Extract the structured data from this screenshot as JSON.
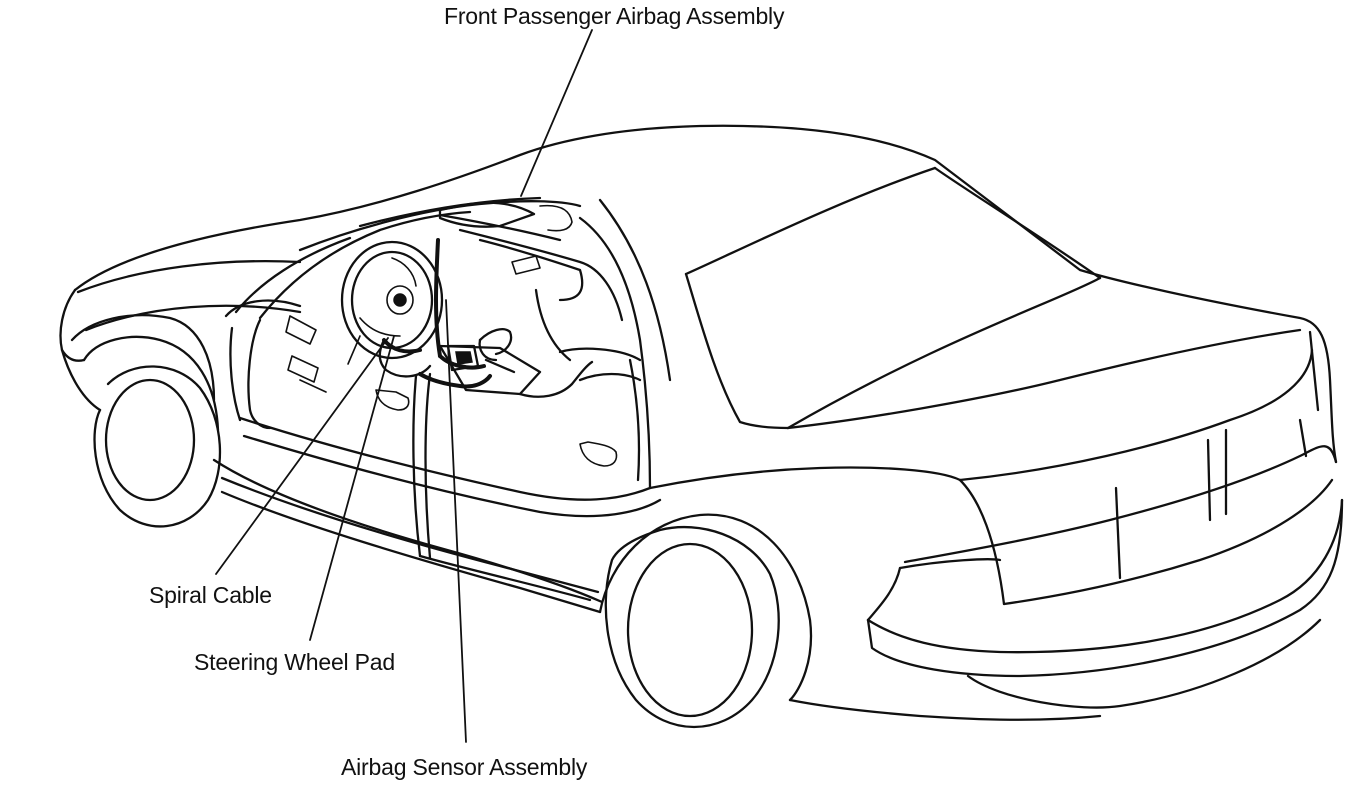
{
  "diagram": {
    "labels": {
      "front_passenger_airbag": "Front Passenger Airbag Assembly",
      "spiral_cable": "Spiral Cable",
      "steering_wheel_pad": "Steering Wheel Pad",
      "airbag_sensor": "Airbag Sensor Assembly"
    },
    "colors": {
      "line": "#111111",
      "background": "#ffffff"
    }
  }
}
